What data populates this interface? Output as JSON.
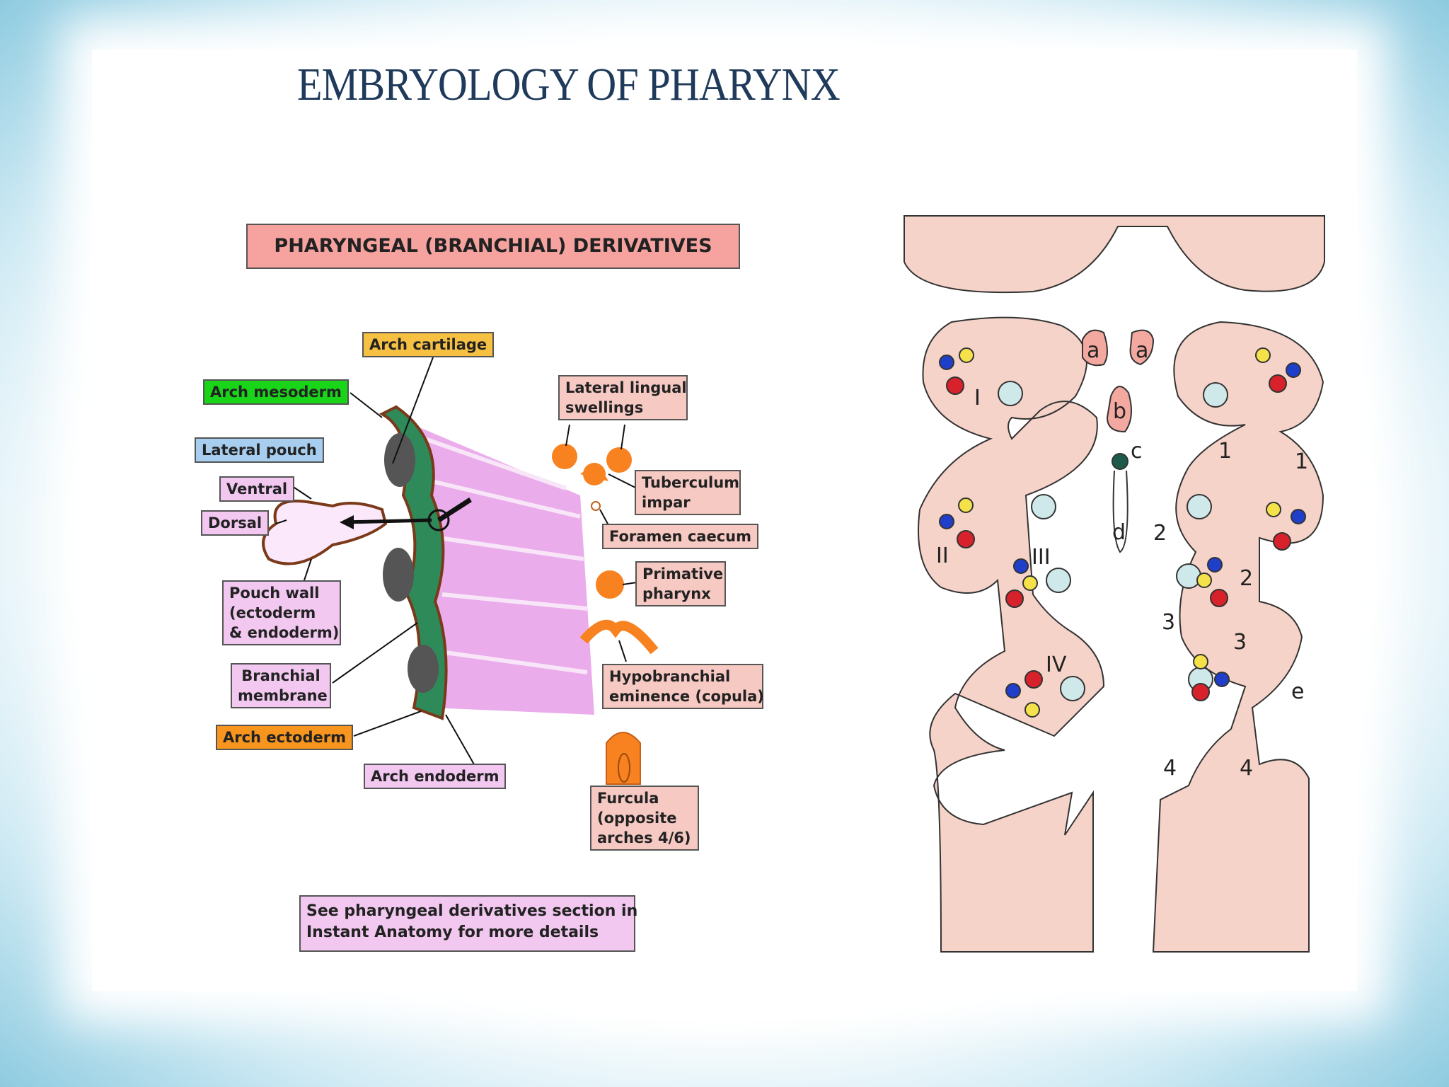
{
  "slide": {
    "title": "EMBRYOLOGY OF PHARYNX"
  },
  "left_diagram": {
    "header": "PHARYNGEAL (BRANCHIAL) DERIVATIVES",
    "labels": {
      "arch_cartilage": "Arch cartilage",
      "arch_mesoderm": "Arch mesoderm",
      "lateral_pouch": "Lateral pouch",
      "ventral": "Ventral",
      "dorsal": "Dorsal",
      "pouch_wall": [
        "Pouch wall",
        "(ectoderm",
        "& endoderm)"
      ],
      "branchial_membrane": [
        "Branchial",
        "membrane"
      ],
      "arch_ectoderm": "Arch ectoderm",
      "arch_endoderm": "Arch endoderm",
      "lateral_lingual_swellings": [
        "Lateral lingual",
        "swellings"
      ],
      "tuberculum_impar": [
        "Tuberculum",
        "impar"
      ],
      "foramen_caecum": "Foramen caecum",
      "primative_pharynx": [
        "Primative",
        "pharynx"
      ],
      "hypobranchial_eminence": [
        "Hypobranchial",
        "eminence (copula)"
      ],
      "furcula": [
        "Furcula",
        "(opposite",
        "arches 4/6)"
      ]
    },
    "footnote": [
      "See pharyngeal derivatives section in",
      "Instant Anatomy for more details"
    ]
  },
  "right_diagram": {
    "labels": {
      "a1": "a",
      "a2": "a",
      "b": "b",
      "c": "c",
      "d": "d",
      "e": "e",
      "arch_I": "I",
      "arch_II": "II",
      "arch_III": "III",
      "arch_IV": "IV",
      "num_1_left": "1",
      "num_1_right": "1",
      "num_2_left": "2",
      "num_2_right": "2",
      "num_3_left": "3",
      "num_3_right": "3",
      "num_4_left": "4",
      "num_4_right": "4"
    },
    "colors": {
      "tissue": "#f6d3c8",
      "outline": "#333333",
      "red": "#d7222b",
      "blue": "#1f3fcb",
      "yellow": "#f5e24a",
      "speckled": "#cfe8ea"
    }
  }
}
